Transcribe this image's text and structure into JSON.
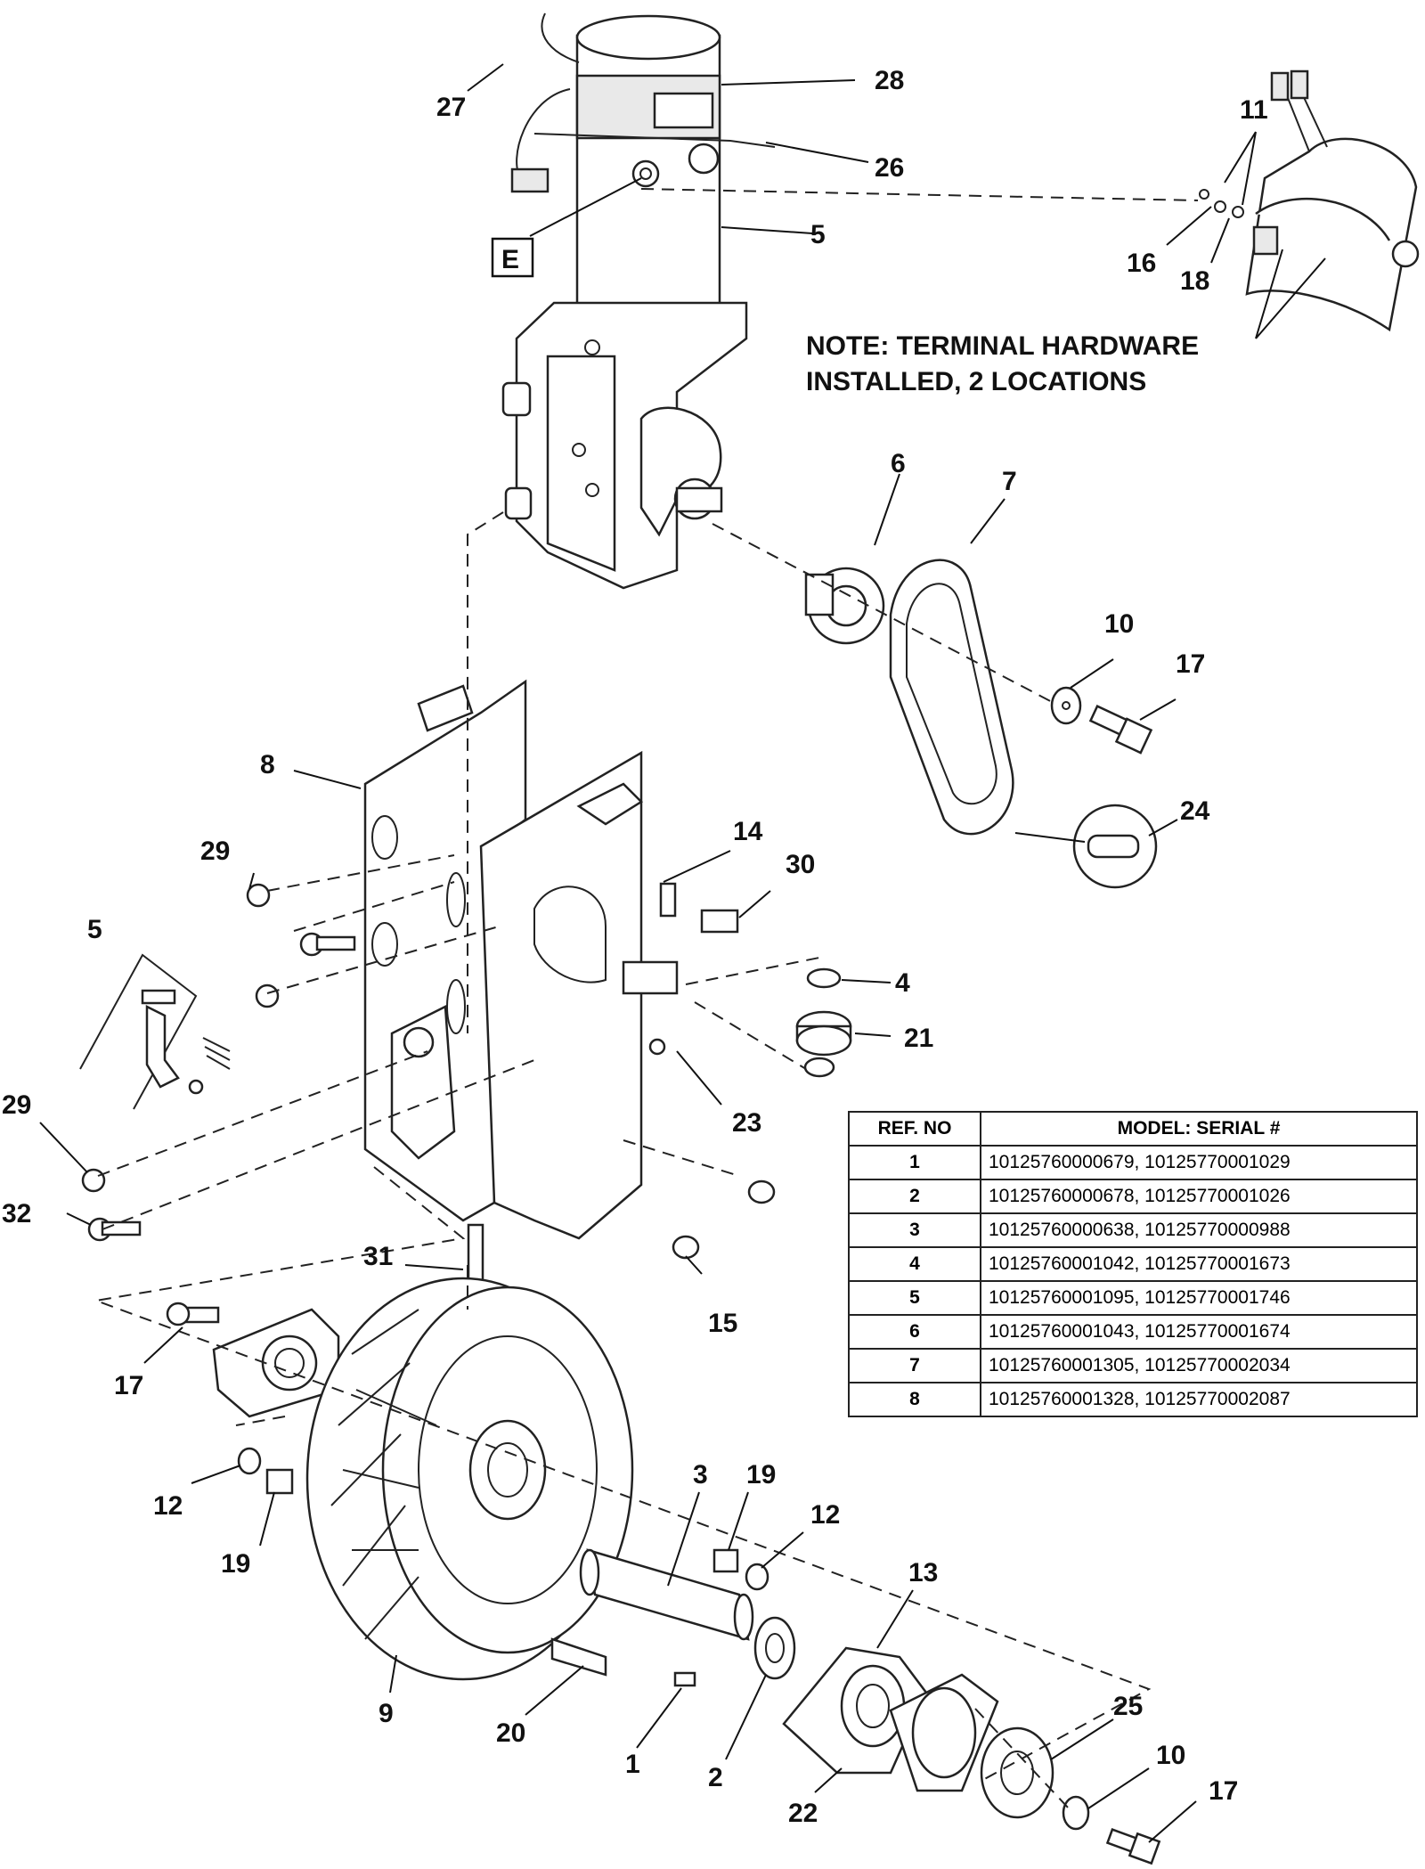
{
  "callouts": {
    "c27": "27",
    "c28": "28",
    "c26": "26",
    "c5_motor": "5",
    "c11": "11",
    "c16": "16",
    "c18": "18",
    "c6": "6",
    "c7": "7",
    "c10_top": "10",
    "c17_top": "17",
    "c24": "24",
    "c8": "8",
    "c29_top": "29",
    "c14": "14",
    "c30": "30",
    "c5_kit": "5",
    "c4": "4",
    "c21": "21",
    "c23": "23",
    "c29_bottom": "29",
    "c32": "32",
    "c31": "31",
    "c15": "15",
    "c17_left": "17",
    "c12_left": "12",
    "c19_left": "19",
    "c3": "3",
    "c19_right": "19",
    "c12_right": "12",
    "c13": "13",
    "c9": "9",
    "c20": "20",
    "c1": "1",
    "c2": "2",
    "c25": "25",
    "c10_bottom": "10",
    "c17_bottom": "17",
    "c22": "22"
  },
  "detail_label": "E",
  "note": {
    "line1": "NOTE:  TERMINAL HARDWARE",
    "line2": "INSTALLED, 2 LOCATIONS"
  },
  "serial_table": {
    "header_ref": "REF. NO",
    "header_model": "MODEL: SERIAL #",
    "rows": [
      {
        "ref": "1",
        "serial": "10125760000679, 10125770001029"
      },
      {
        "ref": "2",
        "serial": "10125760000678, 10125770001026"
      },
      {
        "ref": "3",
        "serial": "10125760000638, 10125770000988"
      },
      {
        "ref": "4",
        "serial": "10125760001042, 10125770001673"
      },
      {
        "ref": "5",
        "serial": "10125760001095, 10125770001746"
      },
      {
        "ref": "6",
        "serial": "10125760001043, 10125770001674"
      },
      {
        "ref": "7",
        "serial": "10125760001305, 10125770002034"
      },
      {
        "ref": "8",
        "serial": "10125760001328, 10125770002087"
      }
    ]
  }
}
